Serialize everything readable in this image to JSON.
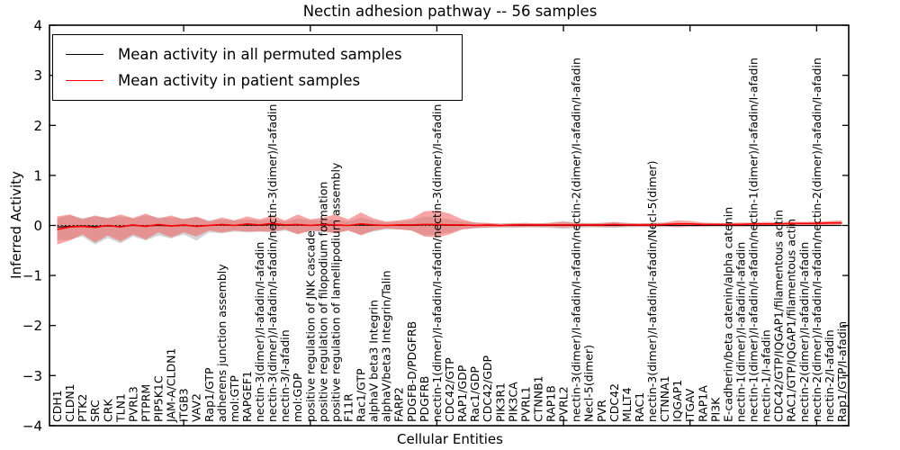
{
  "title": "Nectin adhesion pathway -- 56 samples",
  "axes": {
    "xlabel": "Cellular Entities",
    "ylabel": "Inferred Activity",
    "y_ticks": [
      4,
      3,
      2,
      1,
      0,
      -1,
      -2,
      -3,
      -4
    ],
    "x_tick_indices": [
      10,
      20,
      30,
      40,
      50,
      60
    ]
  },
  "legend": {
    "items": [
      {
        "label": "Mean activity in all permuted samples",
        "color": "#000000"
      },
      {
        "label": "Mean activity in patient samples",
        "color": "#ff0000"
      }
    ]
  },
  "colors": {
    "permuted_line": "#000000",
    "patient_line": "#ff0000",
    "permuted_band": "#c9c9c9",
    "patient_band": "#f25b5b",
    "zero_line": "#000000",
    "axis": "#000000"
  },
  "chart_data": {
    "type": "line",
    "title": "Nectin adhesion pathway -- 56 samples",
    "xlabel": "Cellular Entities",
    "ylabel": "Inferred Activity",
    "ylim": [
      -4,
      4
    ],
    "grid": false,
    "legend_position": "upper left",
    "zero_reference_line": true,
    "categories": [
      "CDH1",
      "CLDN1",
      "PTK2",
      "SRC",
      "CRK",
      "TLN1",
      "PVRL3",
      "PTPRM",
      "PIP5K1C",
      "JAM-A/CLDN1",
      "ITGB3",
      "VAV2",
      "Rap1/GTP",
      "adherens junction assembly",
      "mol:GTP",
      "RAPGEF1",
      "nectin-3(dimer)/I-afadin/I-afadin",
      "nectin-3(dimer)/I-afadin/I-afadin/nectin-3(dimer)/I-afadin",
      "nectin-3/I-afadin",
      "mol:GDP",
      "positive regulation of JNK cascade",
      "positive regulation of filopodium formation",
      "positive regulation of lamellipodium assembly",
      "F11R",
      "Rac1/GTP",
      "alphaV beta3 Integrin",
      "alphaV/beta3 Integrin/Talin",
      "FARP2",
      "PDGFB-D/PDGFRB",
      "PDGFRB",
      "nectin-1(dimer)/I-afadin/I-afadin/nectin-3(dimer)/I-afadin",
      "CDC42/GTP",
      "RAP1/GDP",
      "Rac1/GDP",
      "CDC42/GDP",
      "PIK3R1",
      "PIK3CA",
      "PVRL1",
      "CTNNB1",
      "RAP1B",
      "PVRL2",
      "nectin-3(dimer)/I-afadin/I-afadin/nectin-2(dimer)/I-afadin/I-afadin",
      "Necl-5(dimer)",
      "PVR",
      "CDC42",
      "MLLT4",
      "RAC1",
      "nectin-3(dimer)/I-afadin/I-afadin/Necl-5(dimer)",
      "CTNNA1",
      "IQGAP1",
      "ITGAV",
      "RAP1A",
      "PI3K",
      "E-cadherin/beta catenin/alpha catenin",
      "nectin-1(dimer)/I-afadin/I-afadin",
      "nectin-1(dimer)/I-afadin/I-afadin/nectin-1(dimer)/I-afadin/I-afadin",
      "nectin-1/I-afadin",
      "CDC42/GTP/IQGAP1/filamentous actin",
      "RAC1/GTP/IQGAP1/filamentous actin",
      "nectin-2(dimer)/I-afadin/I-afadin",
      "nectin-2(dimer)/I-afadin/I-afadin/nectin-2(dimer)/I-afadin/I-afadin",
      "nectin-2/I-afadin",
      "Rap1/GTP/I-afadin"
    ],
    "series": [
      {
        "name": "Mean activity in all permuted samples",
        "values": [
          -0.03,
          -0.02,
          -0.01,
          -0.02,
          -0.01,
          -0.02,
          0.0,
          -0.01,
          0.0,
          -0.01,
          0.0,
          -0.01,
          0.0,
          0.01,
          0.0,
          0.01,
          0.0,
          0.02,
          0.0,
          0.01,
          0.0,
          0.01,
          0.0,
          0.0,
          0.01,
          0.0,
          0.0,
          0.0,
          0.0,
          0.01,
          0.01,
          0.0,
          0.0,
          0.0,
          0.0,
          0.0,
          0.0,
          0.0,
          0.0,
          0.0,
          0.0,
          0.0,
          0.0,
          0.0,
          0.0,
          0.0,
          0.0,
          0.0,
          0.0,
          0.0,
          0.0,
          0.0,
          0.0,
          0.0,
          0.0,
          0.0,
          0.0,
          0.0,
          0.0,
          0.0,
          0.0,
          0.0,
          0.0
        ]
      },
      {
        "name": "Mean activity in patient samples",
        "values": [
          -0.08,
          -0.03,
          -0.02,
          -0.04,
          0.0,
          -0.03,
          0.01,
          -0.02,
          0.02,
          -0.01,
          0.01,
          -0.02,
          0.0,
          0.02,
          0.0,
          0.03,
          0.01,
          0.04,
          0.01,
          0.02,
          0.0,
          0.02,
          0.01,
          0.0,
          0.03,
          0.01,
          0.0,
          0.01,
          0.01,
          0.02,
          0.02,
          0.01,
          0.01,
          0.0,
          0.01,
          0.0,
          0.01,
          0.01,
          0.01,
          0.01,
          0.01,
          0.01,
          0.01,
          0.01,
          0.02,
          0.01,
          0.01,
          0.01,
          0.02,
          0.03,
          0.03,
          0.02,
          0.02,
          0.02,
          0.02,
          0.03,
          0.03,
          0.03,
          0.04,
          0.04,
          0.04,
          0.05,
          0.05
        ]
      }
    ],
    "bands": {
      "patient_high": [
        0.18,
        0.22,
        0.12,
        0.2,
        0.14,
        0.22,
        0.15,
        0.24,
        0.14,
        0.2,
        0.12,
        0.18,
        0.08,
        0.16,
        0.1,
        0.18,
        0.12,
        0.2,
        0.1,
        0.22,
        0.12,
        0.16,
        0.22,
        0.12,
        0.26,
        0.14,
        0.08,
        0.1,
        0.14,
        0.28,
        0.3,
        0.24,
        0.12,
        0.06,
        0.05,
        0.03,
        0.04,
        0.05,
        0.04,
        0.05,
        0.07,
        0.05,
        0.04,
        0.05,
        0.07,
        0.05,
        0.04,
        0.05,
        0.06,
        0.1,
        0.09,
        0.06,
        0.05,
        0.05,
        0.06,
        0.06,
        0.07,
        0.06,
        0.08,
        0.07,
        0.08,
        0.09,
        0.1
      ],
      "patient_low": [
        -0.38,
        -0.3,
        -0.18,
        -0.34,
        -0.2,
        -0.32,
        -0.18,
        -0.28,
        -0.14,
        -0.24,
        -0.14,
        -0.22,
        -0.1,
        -0.14,
        -0.1,
        -0.12,
        -0.12,
        -0.12,
        -0.08,
        -0.18,
        -0.1,
        -0.12,
        -0.16,
        -0.1,
        -0.2,
        -0.1,
        -0.06,
        -0.08,
        -0.1,
        -0.22,
        -0.24,
        -0.18,
        -0.08,
        -0.05,
        -0.04,
        -0.03,
        -0.03,
        -0.03,
        -0.03,
        -0.03,
        -0.04,
        -0.03,
        -0.02,
        -0.03,
        -0.03,
        -0.02,
        -0.02,
        -0.02,
        -0.02,
        -0.03,
        -0.02,
        -0.02,
        -0.01,
        -0.01,
        -0.02,
        -0.01,
        -0.01,
        0.0,
        0.0,
        0.01,
        0.01,
        0.01,
        0.02
      ],
      "permuted_high": [
        0.15,
        0.2,
        0.15,
        0.18,
        0.16,
        0.18,
        0.14,
        0.2,
        0.16,
        0.16,
        0.14,
        0.16,
        0.1,
        0.12,
        0.1,
        0.12,
        0.1,
        0.12,
        0.08,
        0.14,
        0.1,
        0.1,
        0.12,
        0.08,
        0.16,
        0.1,
        0.06,
        0.08,
        0.1,
        0.18,
        0.16,
        0.12,
        0.08,
        0.06,
        0.05,
        0.04,
        0.05,
        0.05,
        0.04,
        0.06,
        0.09,
        0.06,
        0.05,
        0.05,
        0.06,
        0.05,
        0.04,
        0.05,
        0.05,
        0.06,
        0.05,
        0.04,
        0.04,
        0.04,
        0.05,
        0.04,
        0.05,
        0.04,
        0.05,
        0.04,
        0.05,
        0.04,
        0.05
      ],
      "permuted_low": [
        -0.3,
        -0.28,
        -0.22,
        -0.38,
        -0.25,
        -0.36,
        -0.22,
        -0.3,
        -0.2,
        -0.26,
        -0.18,
        -0.3,
        -0.14,
        -0.16,
        -0.12,
        -0.14,
        -0.12,
        -0.14,
        -0.1,
        -0.16,
        -0.12,
        -0.12,
        -0.14,
        -0.1,
        -0.18,
        -0.12,
        -0.08,
        -0.08,
        -0.1,
        -0.2,
        -0.18,
        -0.14,
        -0.08,
        -0.06,
        -0.05,
        -0.04,
        -0.05,
        -0.04,
        -0.04,
        -0.05,
        -0.07,
        -0.05,
        -0.04,
        -0.04,
        -0.05,
        -0.04,
        -0.03,
        -0.04,
        -0.03,
        -0.04,
        -0.03,
        -0.03,
        -0.03,
        -0.03,
        -0.03,
        -0.03,
        -0.03,
        -0.02,
        -0.03,
        -0.02,
        -0.02,
        -0.02,
        -0.02
      ]
    }
  }
}
